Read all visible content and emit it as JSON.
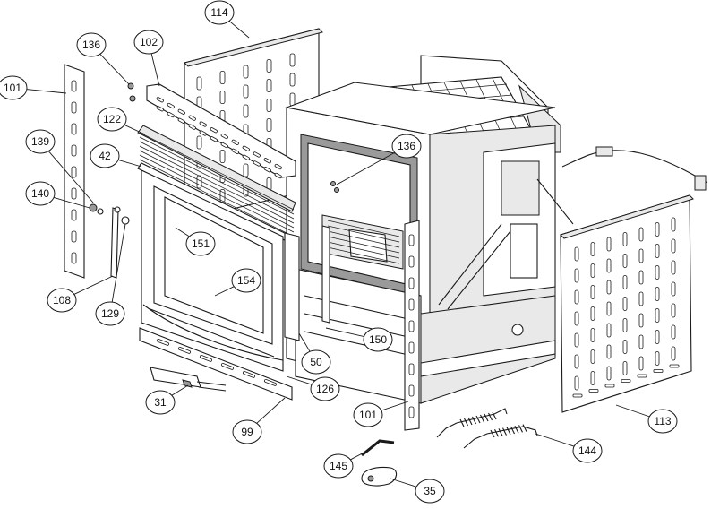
{
  "callouts": [
    {
      "id": "c114",
      "label": "114"
    },
    {
      "id": "c102",
      "label": "102"
    },
    {
      "id": "c136a",
      "label": "136"
    },
    {
      "id": "c101a",
      "label": "101"
    },
    {
      "id": "c122",
      "label": "122"
    },
    {
      "id": "c42",
      "label": "42"
    },
    {
      "id": "c139",
      "label": "139"
    },
    {
      "id": "c140",
      "label": "140"
    },
    {
      "id": "c136b",
      "label": "136"
    },
    {
      "id": "c151",
      "label": "151"
    },
    {
      "id": "c154",
      "label": "154"
    },
    {
      "id": "c108",
      "label": "108"
    },
    {
      "id": "c129",
      "label": "129"
    },
    {
      "id": "c150",
      "label": "150"
    },
    {
      "id": "c50",
      "label": "50"
    },
    {
      "id": "c126",
      "label": "126"
    },
    {
      "id": "c31",
      "label": "31"
    },
    {
      "id": "c99",
      "label": "99"
    },
    {
      "id": "c101b",
      "label": "101"
    },
    {
      "id": "c113",
      "label": "113"
    },
    {
      "id": "c144",
      "label": "144"
    },
    {
      "id": "c145",
      "label": "145"
    },
    {
      "id": "c35",
      "label": "35"
    }
  ]
}
